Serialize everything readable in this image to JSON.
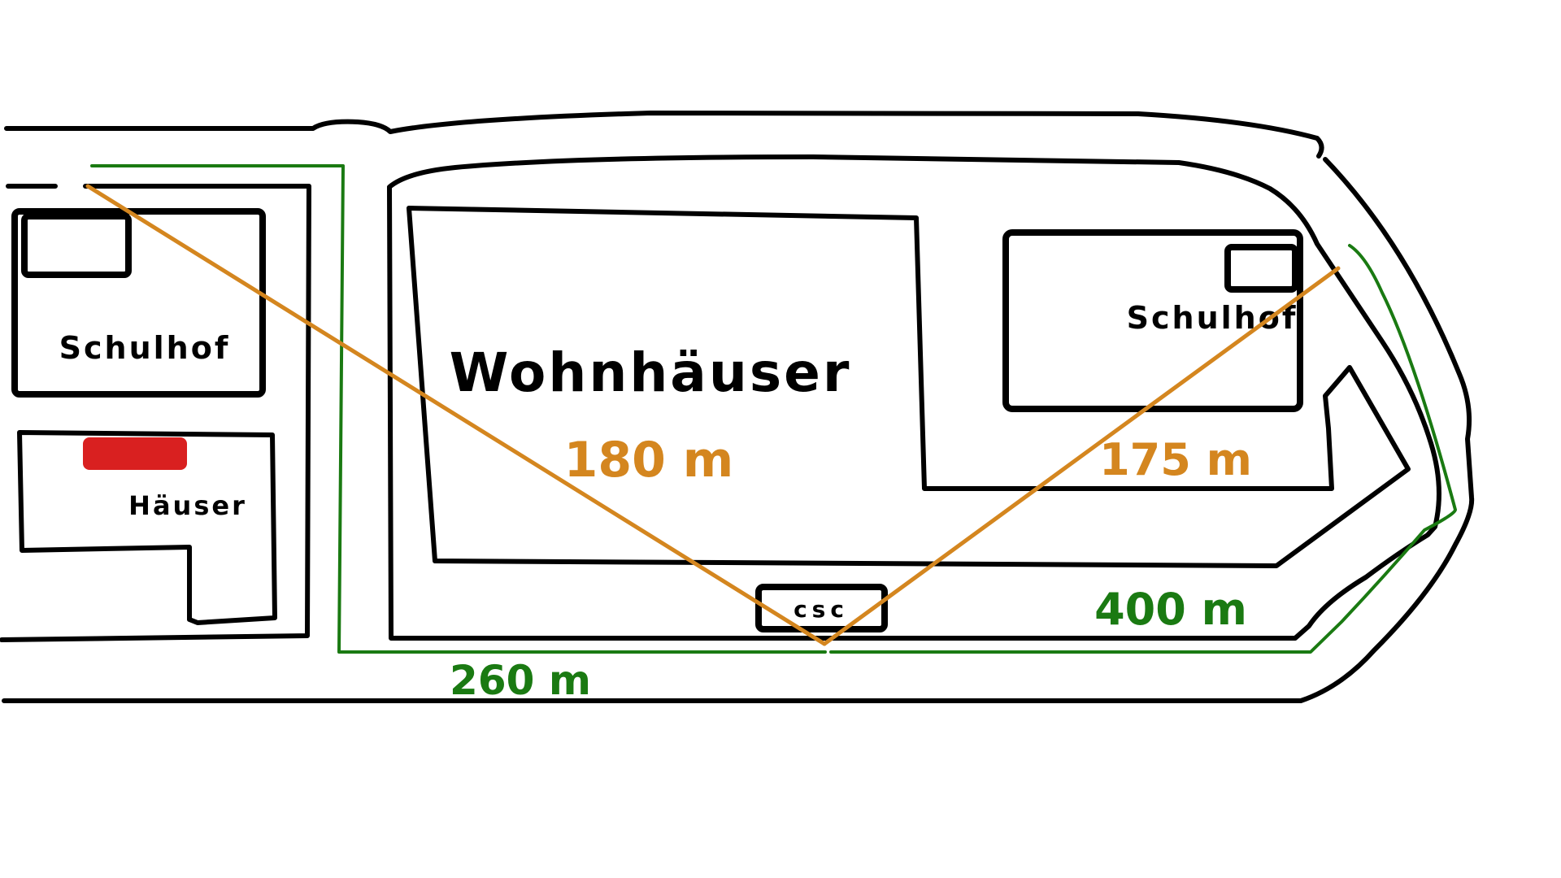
{
  "labels": {
    "schulhof_left": "Schulhof",
    "haeuser": "Häuser",
    "wohnhaeuser": "Wohnhäuser",
    "schulhof_right": "Schulhof",
    "csc": "csc"
  },
  "distances": {
    "air_left": "180 m",
    "air_right": "175 m",
    "walk_left": "260 m",
    "walk_right": "400 m"
  },
  "colors": {
    "air_line": "#d4861f",
    "walk_line": "#1a7a12",
    "marker": "#d92020",
    "outline": "#000000"
  }
}
